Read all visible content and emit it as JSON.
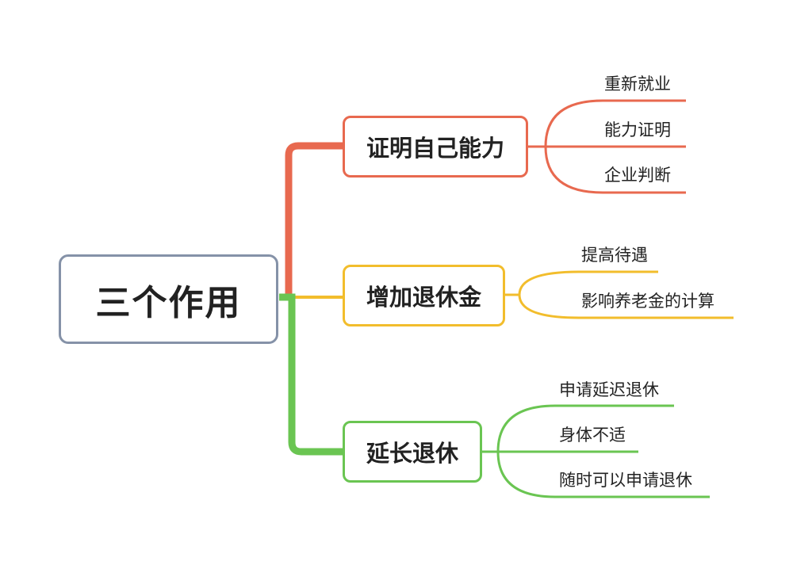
{
  "root": {
    "label": "三个作用"
  },
  "colors": {
    "red": "#e8694f",
    "yellow": "#f2bd2c",
    "green": "#6ac552",
    "root_border": "#8592a8"
  },
  "branches": [
    {
      "label": "证明自己能力",
      "color": "#e8694f",
      "items": [
        "重新就业",
        "能力证明",
        "企业判断"
      ]
    },
    {
      "label": "增加退休金",
      "color": "#f2bd2c",
      "items": [
        "提高待遇",
        "影响养老金的计算"
      ]
    },
    {
      "label": "延长退休",
      "color": "#6ac552",
      "items": [
        "申请延迟退休",
        "身体不适",
        "随时可以申请退休"
      ]
    }
  ]
}
